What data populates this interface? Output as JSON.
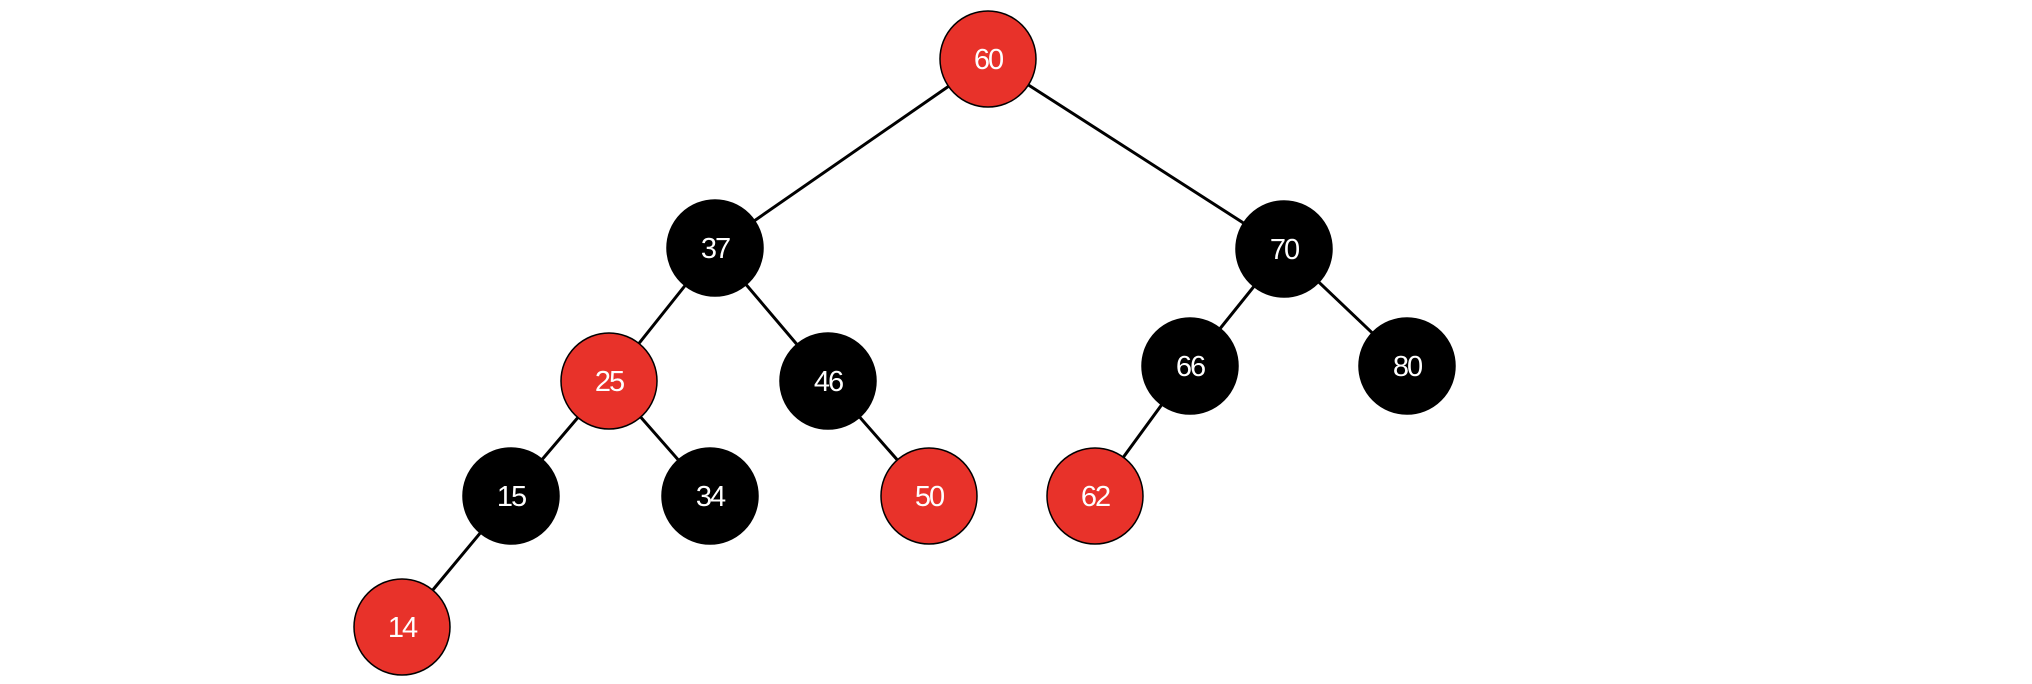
{
  "tree": {
    "colors": {
      "red": "#e8322a",
      "black": "#000000",
      "label": "#ffffff",
      "edge": "#000000"
    },
    "nodes": [
      {
        "id": "n60",
        "key": "60",
        "color": "red"
      },
      {
        "id": "n37",
        "key": "37",
        "color": "black"
      },
      {
        "id": "n70",
        "key": "70",
        "color": "black"
      },
      {
        "id": "n25",
        "key": "25",
        "color": "red"
      },
      {
        "id": "n46",
        "key": "46",
        "color": "black"
      },
      {
        "id": "n66",
        "key": "66",
        "color": "black"
      },
      {
        "id": "n80",
        "key": "80",
        "color": "black"
      },
      {
        "id": "n15",
        "key": "15",
        "color": "black"
      },
      {
        "id": "n34",
        "key": "34",
        "color": "black"
      },
      {
        "id": "n50",
        "key": "50",
        "color": "red"
      },
      {
        "id": "n62",
        "key": "62",
        "color": "red"
      },
      {
        "id": "n14",
        "key": "14",
        "color": "red"
      }
    ],
    "edges": [
      {
        "from": "n60",
        "to": "n37"
      },
      {
        "from": "n60",
        "to": "n70"
      },
      {
        "from": "n37",
        "to": "n25"
      },
      {
        "from": "n37",
        "to": "n46"
      },
      {
        "from": "n70",
        "to": "n66"
      },
      {
        "from": "n70",
        "to": "n80"
      },
      {
        "from": "n25",
        "to": "n15"
      },
      {
        "from": "n25",
        "to": "n34"
      },
      {
        "from": "n46",
        "to": "n50"
      },
      {
        "from": "n66",
        "to": "n62"
      },
      {
        "from": "n15",
        "to": "n14"
      }
    ]
  }
}
